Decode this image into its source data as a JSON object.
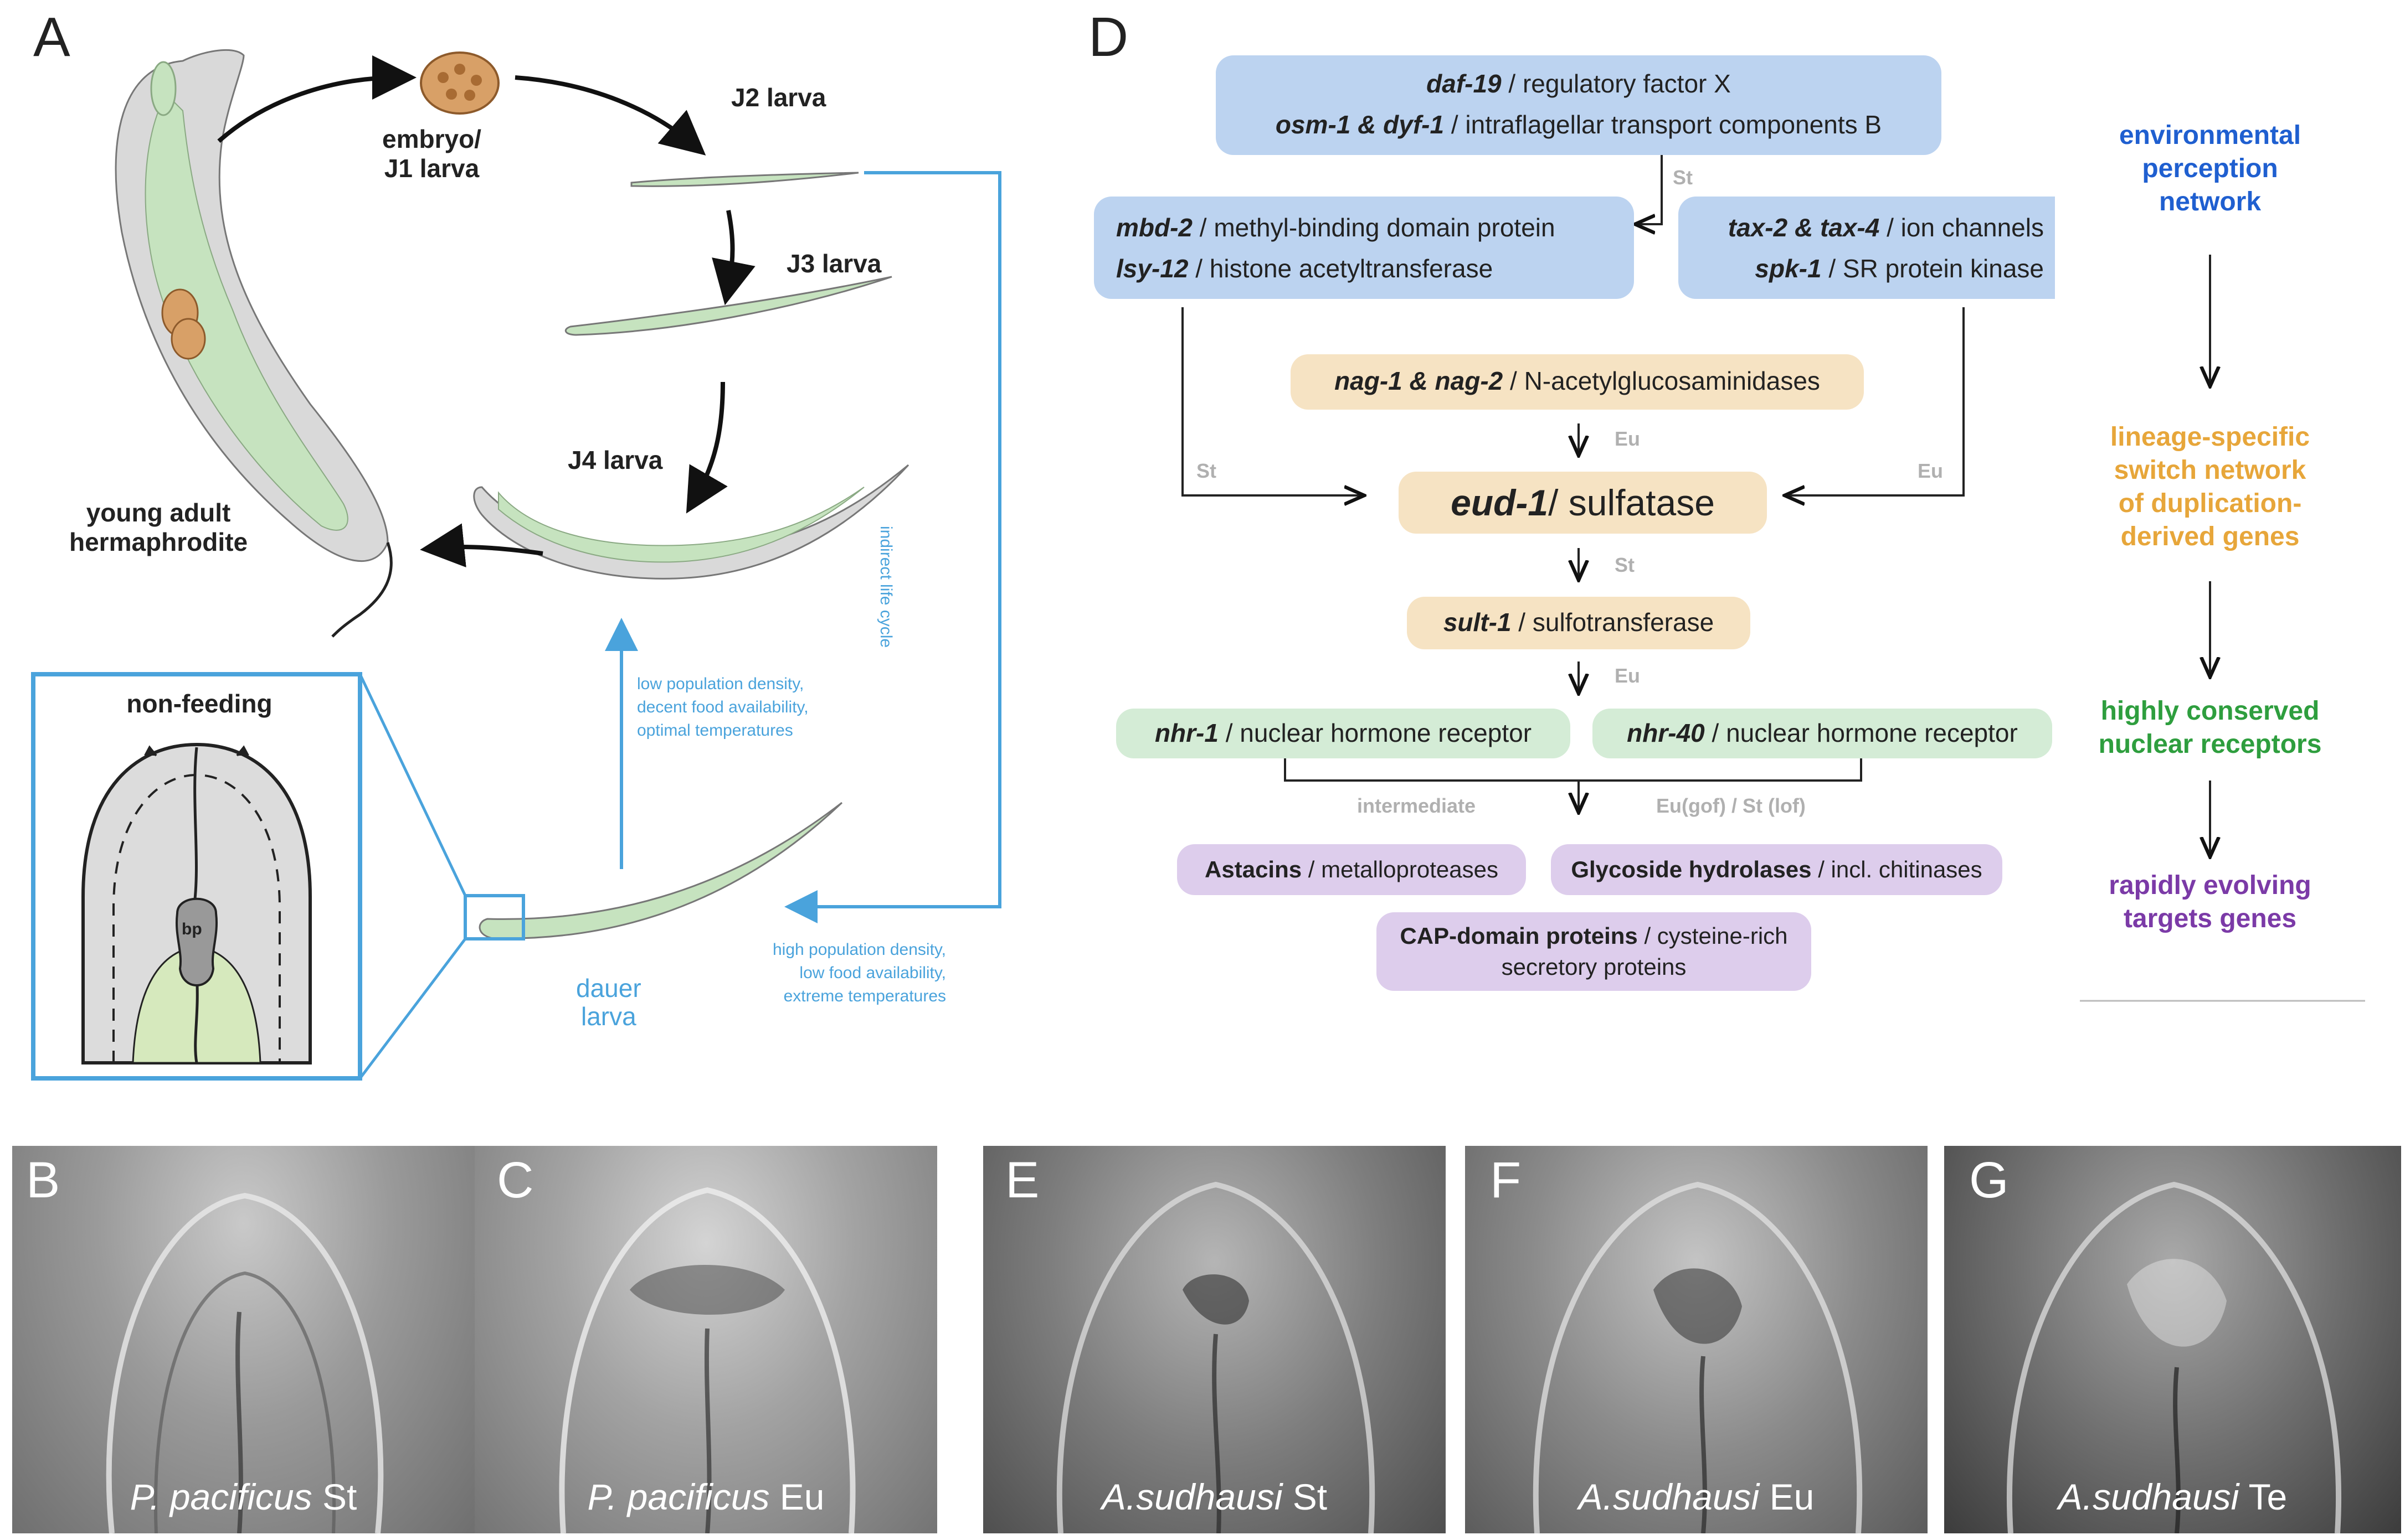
{
  "panel_a": {
    "letter": "A",
    "embryo_label": "embryo/\nJ1 larva",
    "j2_label": "J2 larva",
    "j3_label": "J3 larva",
    "j4_label": "J4 larva",
    "adult_label": "young adult\nhermaphrodite",
    "inset_title": "non-feeding",
    "inset_bp": "bp",
    "indirect_life_cycle": "indirect life cycle",
    "favorable_conditions": "low population density,\ndecent food availability,\noptimal temperatures",
    "unfavorable_conditions": "high population density,\nlow food availability,\nextreme temperatures",
    "dauer_label": "dauer\nlarva"
  },
  "panel_d": {
    "letter": "D",
    "box_daf19": {
      "gene": "daf-19",
      "desc": " / regulatory factor X"
    },
    "box_osm1": {
      "gene": "osm-1 & dyf-1",
      "desc": " / intraflagellar transport components B"
    },
    "box_mbd2": {
      "gene": "mbd-2",
      "desc": " / methyl-binding domain protein"
    },
    "box_lsy12": {
      "gene": "lsy-12",
      "desc": " / histone acetyltransferase"
    },
    "box_tax2": {
      "gene": "tax-2 & tax-4",
      "desc": " / ion channels"
    },
    "box_spk1": {
      "gene": "spk-1",
      "desc": " / SR protein kinase"
    },
    "box_nag": {
      "gene": "nag-1 & nag-2",
      "desc": " / N-acetylglucosaminidases"
    },
    "box_eud1": {
      "gene": "eud-1",
      "desc": "/ sulfatase"
    },
    "box_sult1": {
      "gene": "sult-1",
      "desc": " / sulfotransferase"
    },
    "box_nhr1": {
      "gene": "nhr-1",
      "desc": " / nuclear hormone receptor"
    },
    "box_nhr40": {
      "gene": "nhr-40",
      "desc": " / nuclear hormone receptor"
    },
    "box_astacins": {
      "gene": "Astacins",
      "desc": " / metalloproteases"
    },
    "box_glyco": {
      "gene": "Glycoside hydrolases",
      "desc": " / incl. chitinases"
    },
    "box_cap": {
      "gene": "CAP-domain proteins",
      "desc": " / cysteine-rich",
      "desc2": "secretory proteins"
    },
    "label_st_top": "St",
    "label_st_left": "St",
    "label_eu_nag": "Eu",
    "label_eu_right": "Eu",
    "label_st_eud": "St",
    "label_eu_sult": "Eu",
    "label_intermediate": "intermediate",
    "label_gof_lof": "Eu(gof) / St (lof)",
    "hierarchy": [
      {
        "text": "environmental\nperception\nnetwork",
        "color": "#1f5fd0"
      },
      {
        "text": "lineage-specific\nswitch network\nof duplication-\nderived genes",
        "color": "#e7a63a"
      },
      {
        "text": "highly conserved\nnuclear receptors",
        "color": "#2e9e3e"
      },
      {
        "text": "rapidly evolving\ntargets genes",
        "color": "#7b3aa7"
      }
    ]
  },
  "photos": [
    {
      "letter": "B",
      "species": "P. pacificus",
      "morph": " St"
    },
    {
      "letter": "C",
      "species": "P. pacificus",
      "morph": " Eu"
    },
    {
      "letter": "E",
      "species": "A.sudhausi",
      "morph": " St"
    },
    {
      "letter": "F",
      "species": "A.sudhausi",
      "morph": " Eu"
    },
    {
      "letter": "G",
      "species": "A.sudhausi",
      "morph": " Te"
    }
  ],
  "colors": {
    "accent_blue": "#4aa3dc",
    "worm_green": "#c6e3bf",
    "worm_grey": "#d9d9d9"
  }
}
